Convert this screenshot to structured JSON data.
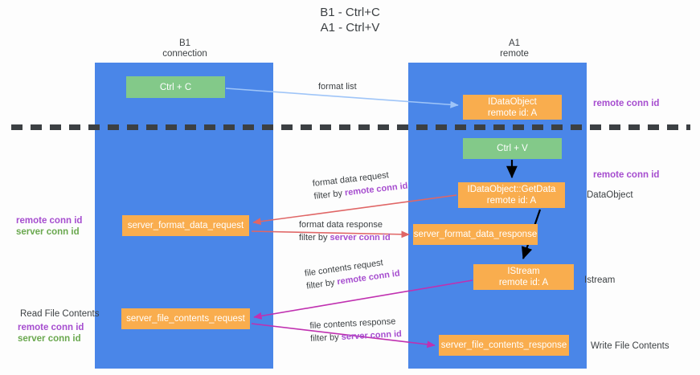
{
  "title": "B1 - Ctrl+C\nA1 - Ctrl+V",
  "columns": {
    "left": {
      "header": "B1\nconnection"
    },
    "right": {
      "header": "A1\nremote"
    }
  },
  "boxes": {
    "ctrl_c": "Ctrl + C",
    "idataobject": "IDataObject\nremote id: A",
    "ctrl_v": "Ctrl + V",
    "getdata": "IDataObject::GetData\nremote id: A",
    "server_format_data_request": "server_format_data_request",
    "server_format_data_response": "server_format_data_response",
    "istream": "IStream\nremote id: A",
    "server_file_contents_request": "server_file_contents_request",
    "server_file_contents_response": "server_file_contents_response"
  },
  "arrow_labels": {
    "format_list": "format list",
    "format_data_request": "format data request",
    "format_data_request_filter_prefix": "filter by ",
    "format_data_request_filter_key": "remote conn id",
    "format_data_response": "format data response",
    "format_data_response_filter_prefix": "filter by ",
    "format_data_response_filter_key": "server conn id",
    "file_contents_request": "file contents request",
    "file_contents_request_filter_prefix": "filter by ",
    "file_contents_request_filter_key": "remote conn id",
    "file_contents_response": "file contents response",
    "file_contents_response_filter_prefix": "filter by ",
    "file_contents_response_filter_key": "server conn id"
  },
  "side_labels": {
    "right_remote_conn_id_top": "remote conn id",
    "right_remote_conn_id_mid": "remote conn id",
    "right_dataobject": "DataObject",
    "right_istream": "Istream",
    "right_write_file_contents": "Write File Contents",
    "left_remote_conn_id_1": "remote conn id",
    "left_server_conn_id_1": "server conn id",
    "left_read_file_contents": "Read File Contents",
    "left_remote_conn_id_2": "remote conn id",
    "left_server_conn_id_2": "server conn id"
  },
  "colors": {
    "lane": "#4a86e8",
    "green_box": "#83c989",
    "orange_box": "#f9ad4e",
    "remote_conn_id": "#a64dcf",
    "server_conn_id": "#6aa84f",
    "arrow_light_blue": "#9fc5f8",
    "arrow_red": "#e06666",
    "arrow_magenta": "#c030b0",
    "arrow_black": "#000000",
    "text": "#3c4043"
  }
}
